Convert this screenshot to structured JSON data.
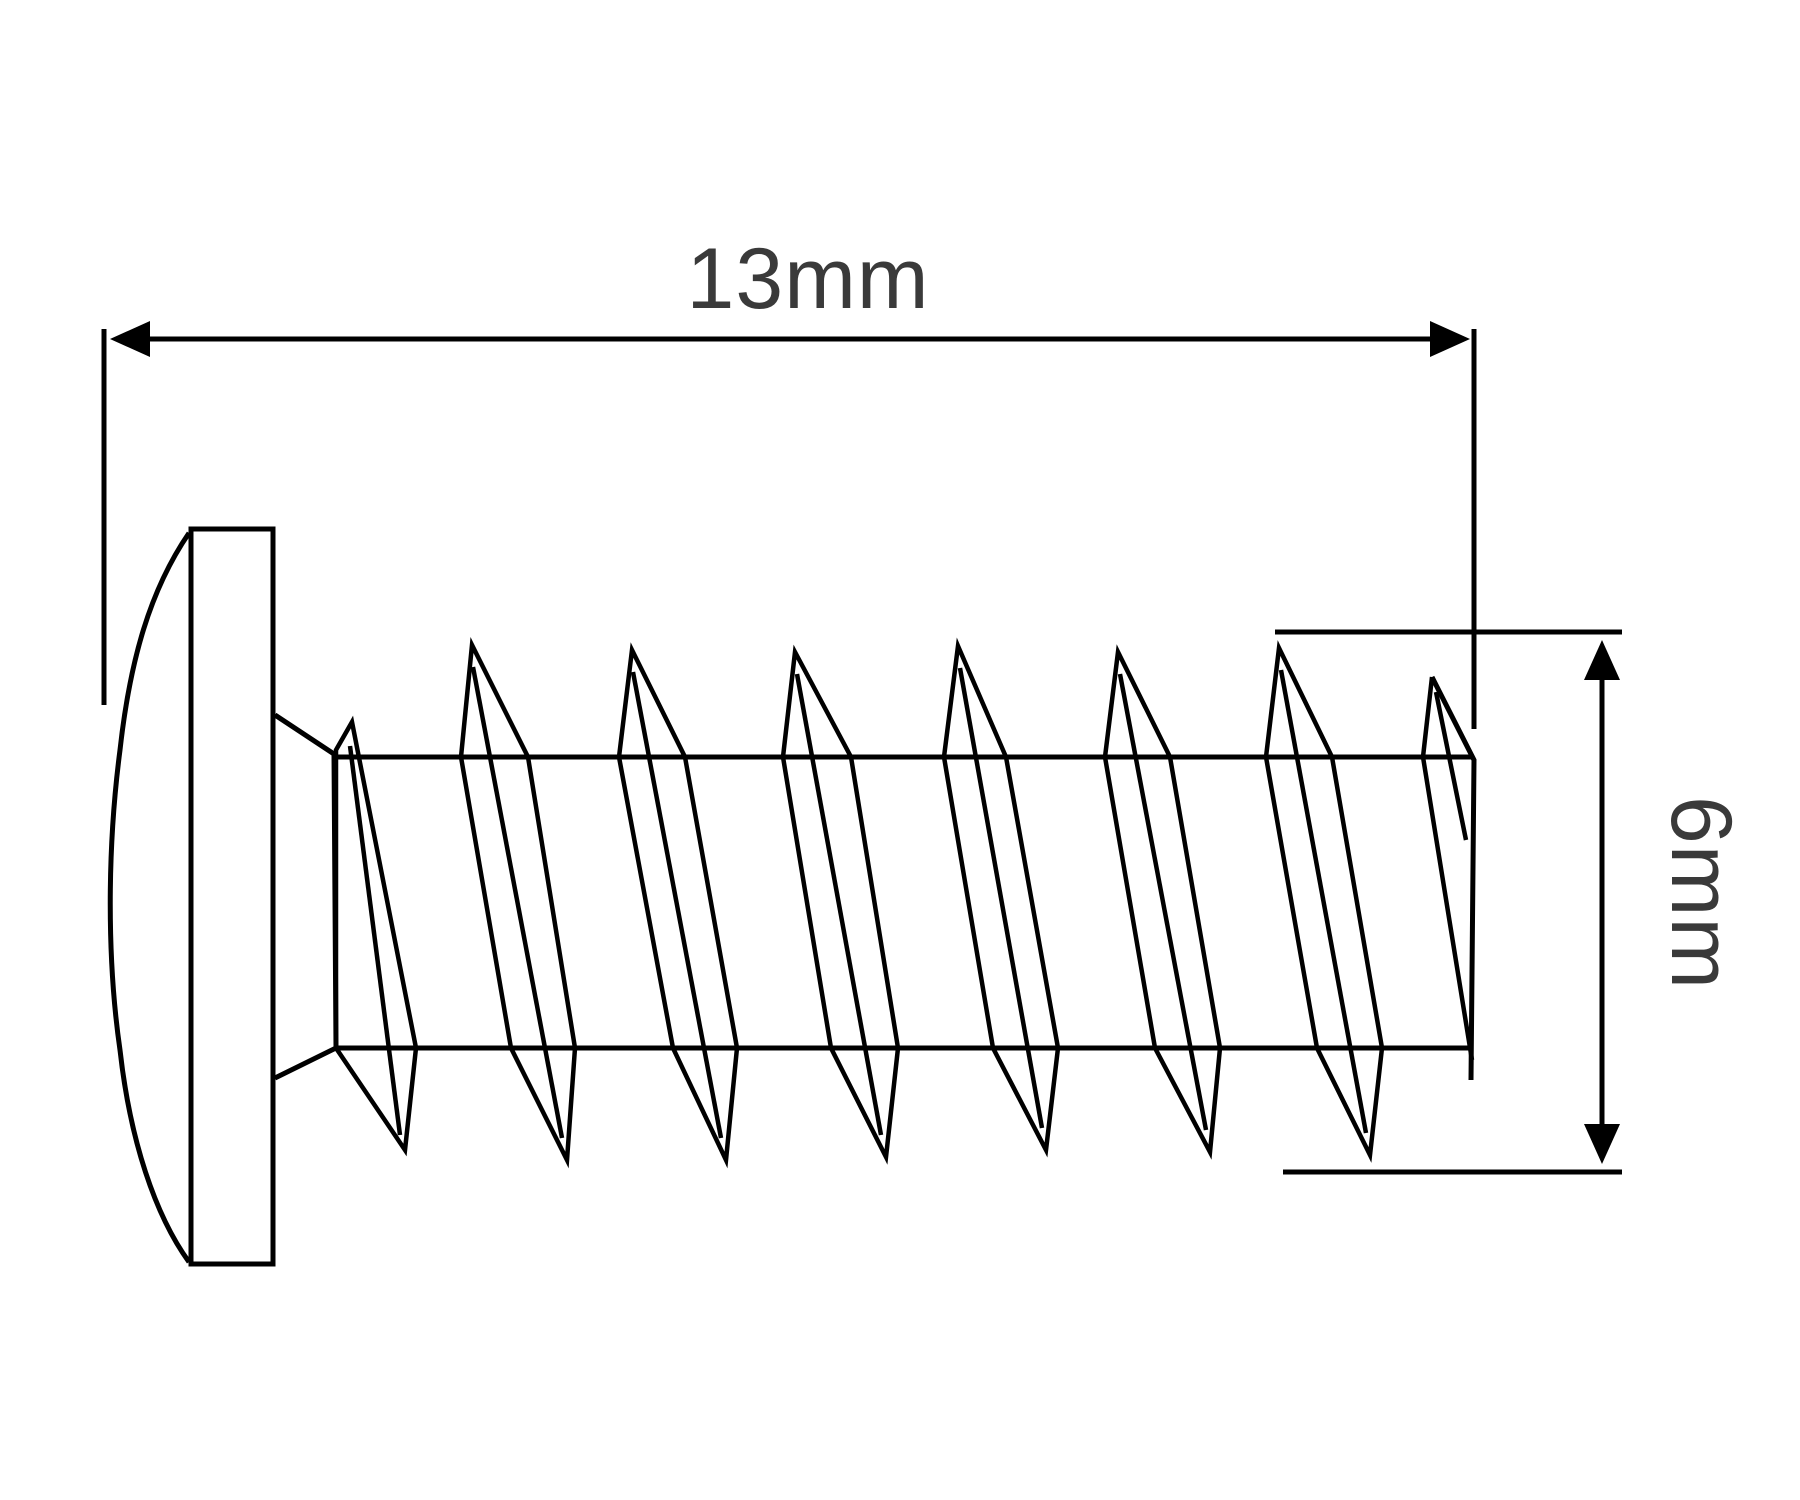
{
  "diagram": {
    "length_label": "13mm",
    "diameter_label": "6mm",
    "line_color": "#000000",
    "label_color": "#3a3a3a",
    "background": "#ffffff",
    "icons": [
      "screw-drawing",
      "dimension-arrow"
    ]
  }
}
